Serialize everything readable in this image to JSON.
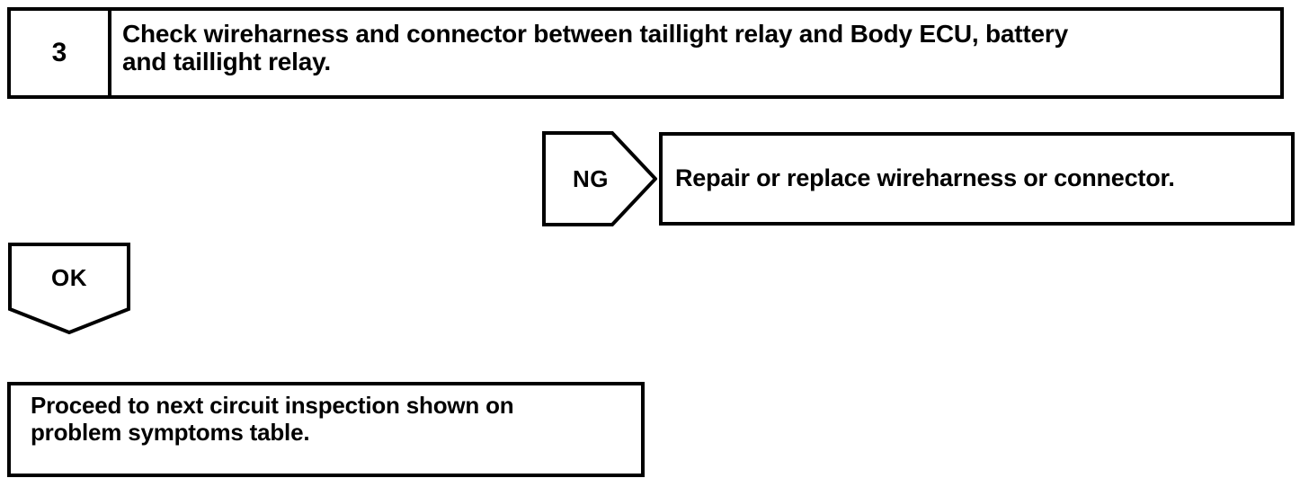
{
  "diagram": {
    "type": "troubleshooting-flowchart",
    "stroke_color": "#000000",
    "background_color": "#ffffff",
    "step": {
      "number": "3",
      "instruction": "Check wireharness and connector between taillight relay and Body ECU, battery\nand taillight relay."
    },
    "branches": {
      "ng": {
        "label": "NG",
        "arrow_direction": "right",
        "result": "Repair or replace wireharness or connector."
      },
      "ok": {
        "label": "OK",
        "arrow_direction": "down",
        "result": "Proceed to next circuit inspection shown on\nproblem symptoms table."
      }
    }
  }
}
